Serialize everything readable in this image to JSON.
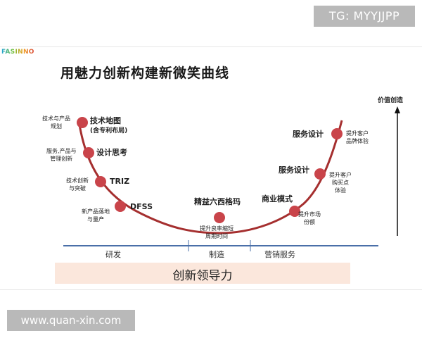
{
  "watermark_top": "TG: MYYJJPP",
  "watermark_bottom": "www.quan-xin.com",
  "logo": "FASINNO",
  "title": "用魅力创新构建新微笑曲线",
  "axis_label": "价值创造",
  "phases": [
    "研发",
    "制造",
    "营销服务"
  ],
  "leadership": "创新领导力",
  "left_side": {
    "p1": {
      "desc": [
        "技术与产品",
        "规划"
      ],
      "label": [
        "技术地图",
        "(含专利布局)"
      ]
    },
    "p2": {
      "desc": [
        "服务,产品与",
        "管理创新"
      ],
      "label": "设计思考"
    },
    "p3": {
      "desc": [
        "技术创新",
        "与突破"
      ],
      "label": "TRIZ"
    },
    "p4": {
      "desc": [
        "新产品落地",
        "与量产"
      ],
      "label": "DFSS"
    }
  },
  "center": {
    "label": "精益六西格玛",
    "desc": [
      "提升良率缩短",
      "周期时间"
    ]
  },
  "right_side": {
    "p1": {
      "label": "商业模式",
      "desc": [
        "提升市场",
        "份额"
      ]
    },
    "p2": {
      "label": "服务设计",
      "desc": [
        "提升客户",
        "购买点",
        "体验"
      ]
    },
    "p3": {
      "label": "服务设计",
      "desc": [
        "提升客户",
        "品牌体验"
      ]
    }
  },
  "colors": {
    "curve": "#a52f2f",
    "dot": "#c9444a",
    "baseline": "#4a6fa8",
    "leadership_bg": "#fbe7dc"
  }
}
